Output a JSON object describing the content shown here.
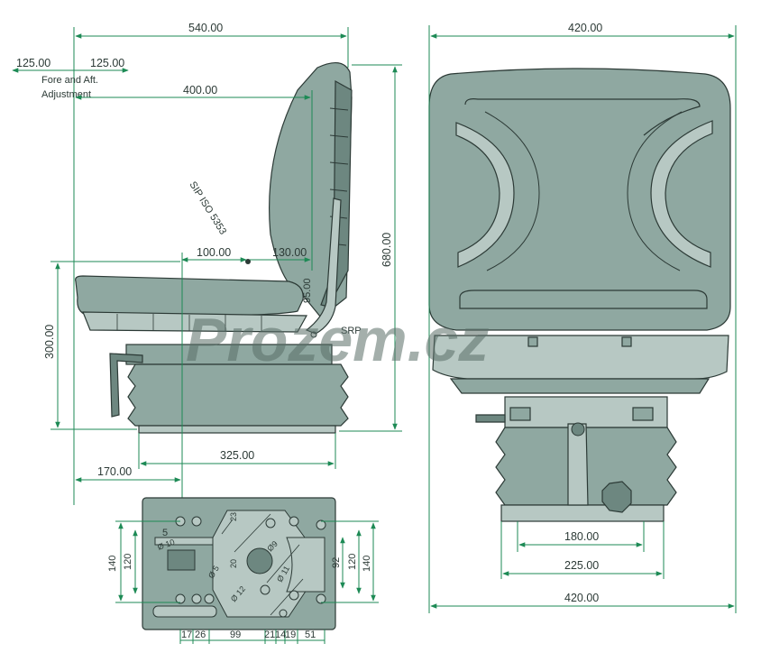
{
  "colors": {
    "seat_fill": "#8fa8a1",
    "seat_dark": "#6d8780",
    "seat_light": "#b7c8c3",
    "outline": "#2c3a36",
    "dimension_line": "#1d8a55",
    "watermark": "#5a6e68"
  },
  "side_view": {
    "dim_total_depth": "540.00",
    "dim_fore_aft_left": "125.00",
    "dim_fore_aft_right": "125.00",
    "fore_aft_note_line1": "Fore and Aft.",
    "fore_aft_note_line2": "Adjustment",
    "dim_backrest_depth": "400.00",
    "sip_label": "SIP ISO 5353",
    "dim_sip_x": "100.00",
    "dim_sip_y": "130.00",
    "dim_sip_vertical": "95.00",
    "dim_height": "680.00",
    "dim_seat_height": "300.00",
    "srp_label": "SRP",
    "dim_base_length": "325.00",
    "dim_base_offset": "170.00"
  },
  "front_view": {
    "dim_width_top": "420.00",
    "dim_base_inner": "180.00",
    "dim_base_outer": "225.00",
    "dim_width_bottom": "420.00"
  },
  "base_plate": {
    "dim_left_outer": "140",
    "dim_left_inner": "120",
    "dim_right_92": "92",
    "dim_right_inner": "120",
    "dim_right_outer": "140",
    "dim_5": "5",
    "dim_hole_10": "Ø 10",
    "dim_23": "23",
    "dim_hole_9": "Ø9",
    "dim_20": "20",
    "dim_hole_5": "Ø 5",
    "dim_hole_11": "Ø 11",
    "dim_hole_12": "Ø 12",
    "bottom_dims": [
      "17",
      "26",
      "99",
      "21",
      "14",
      "19",
      "51"
    ]
  },
  "watermark": "Prozem.cz"
}
